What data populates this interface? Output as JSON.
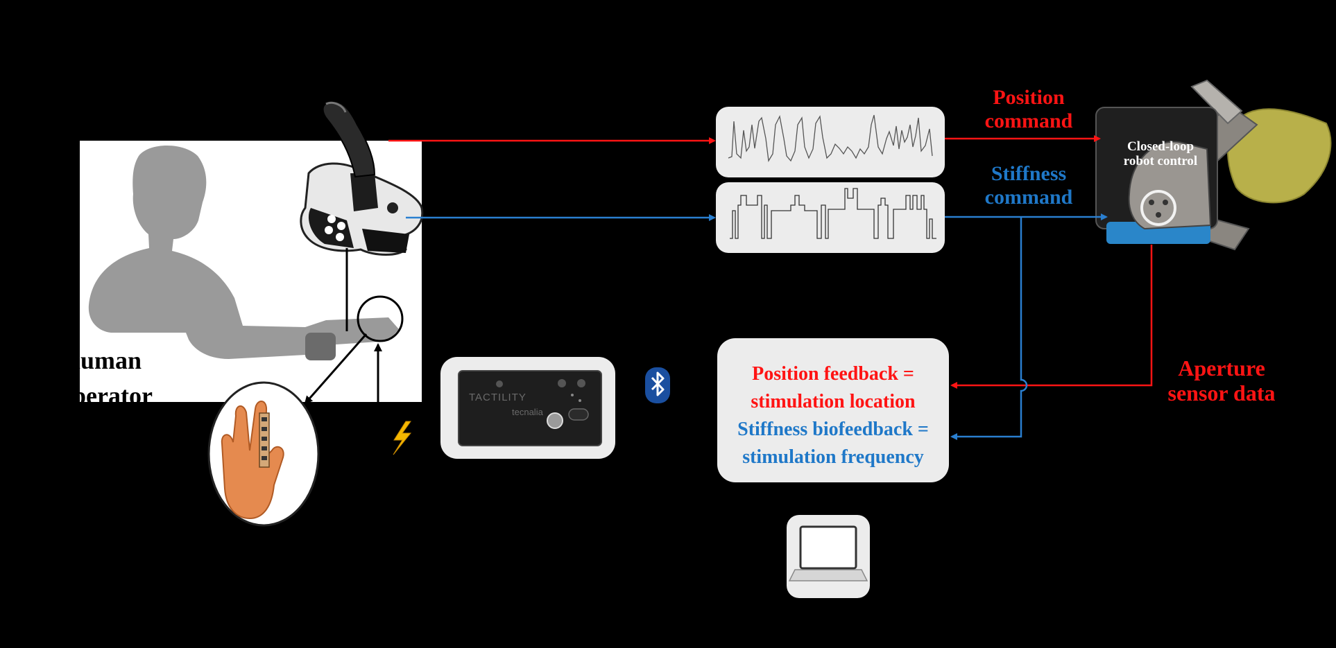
{
  "labels": {
    "human_operator_line1": "luman",
    "human_operator_line2": "perator",
    "position_command_line1": "Position",
    "position_command_line2": "command",
    "stiffness_command_line1": "Stiffness",
    "stiffness_command_line2": "command",
    "robot_control_line1": "Closed-loop",
    "robot_control_line2": "robot control",
    "aperture_line1": "Aperture",
    "aperture_line2": "sensor data",
    "feedback_line1": "Position feedback =",
    "feedback_line2": "stimulation location",
    "feedback_line3": "Stiffness biofeedback =",
    "feedback_line4": "stimulation frequency",
    "device_brand": "TACTILITY",
    "device_maker": "tecnalia"
  },
  "colors": {
    "background": "#000000",
    "position_signal": "#ff1414",
    "stiffness_signal": "#1f78c8",
    "panel": "#ececec"
  },
  "icons": [
    "joystick-icon",
    "bluetooth-icon",
    "lightning-icon",
    "laptop-icon",
    "gripper-robot-icon",
    "hand-icon",
    "human-silhouette-icon"
  ]
}
